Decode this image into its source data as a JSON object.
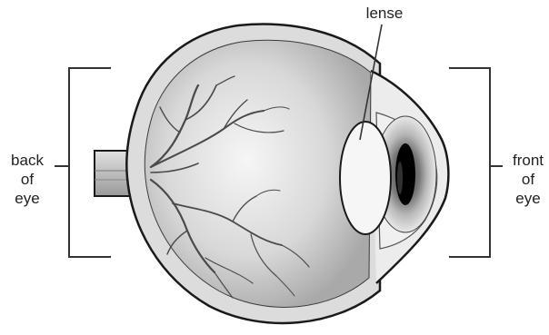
{
  "diagram": {
    "labels": {
      "lens": "lense",
      "back_line1": "back",
      "back_line2": "of",
      "back_line3": "eye",
      "front_line1": "front",
      "front_line2": "of",
      "front_line3": "eye"
    },
    "colors": {
      "outline": "#1a1a1a",
      "sclera": "#d9d9d9",
      "interior": "#c9c9c9",
      "vessels": "#4a4a4a",
      "lens_fill": "#f4f4f4",
      "iris": "#8f8f8f",
      "pupil": "#000000"
    }
  }
}
